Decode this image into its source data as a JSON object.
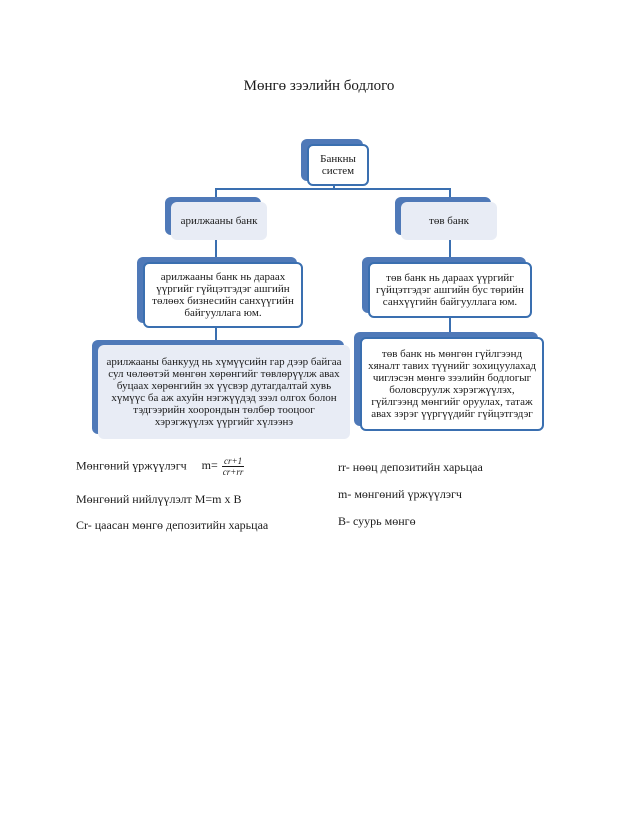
{
  "document": {
    "title": "Мөнгө зээлийн бодлого"
  },
  "diagram": {
    "root": "Банкны систем",
    "left_branch": {
      "label": "арилжааны банк",
      "desc": "арилжааны банк нь дараах үүргийг гүйцэтгэдэг ашгийн төлөөх бизнесийн санхүүгийн байгууллага юм.",
      "detail": "арилжааны банкууд нь хүмүүсийн гар дээр байгаа сул чөлөөтэй мөнгөн хөрөнгийг төвлөрүүлж авах буцаах хөрөнгийн эх үүсвэр дутагдалтай хувь хүмүүс ба аж ахуйн нэгжүүдэд зээл олгох болон тэдгээрийн хоорондын төлбөр тооцоог хэрэгжүүлэх үүргийг хүлээнэ"
    },
    "right_branch": {
      "label": "төв банк",
      "desc": "төв банк нь дараах үүргийг гүйцэтгэдэг ашгийн бус төрийн санхүүгийн байгууллага юм.",
      "detail": "төв банк нь мөнгөн гүйлгээнд хяналт тавих түүнийг зохицуулахад чиглэсэн мөнгө зээлийн бодлогыг боловсруулж хэрэгжүүлэх, гүйлгээнд мөнгийг оруулах, татаж авах зэрэг үүргүүдийг гүйцэтгэдэг"
    }
  },
  "formulas": {
    "multiplier_label": "Мөнгөний үржүүлэгч",
    "m_eq": "m=",
    "frac_num": "cr+1",
    "frac_den": "cr+rr",
    "supply": "Мөнгөний нийлүүлэлт    M=m x B",
    "cr_def": "Cr- цаасан мөнгө депозитийн харьцаа",
    "rr_def": "rr- нөөц депозитийн харьцаа",
    "m_def": "m- мөнгөний үржүүлэгч",
    "b_def": "B- суурь мөнгө"
  }
}
